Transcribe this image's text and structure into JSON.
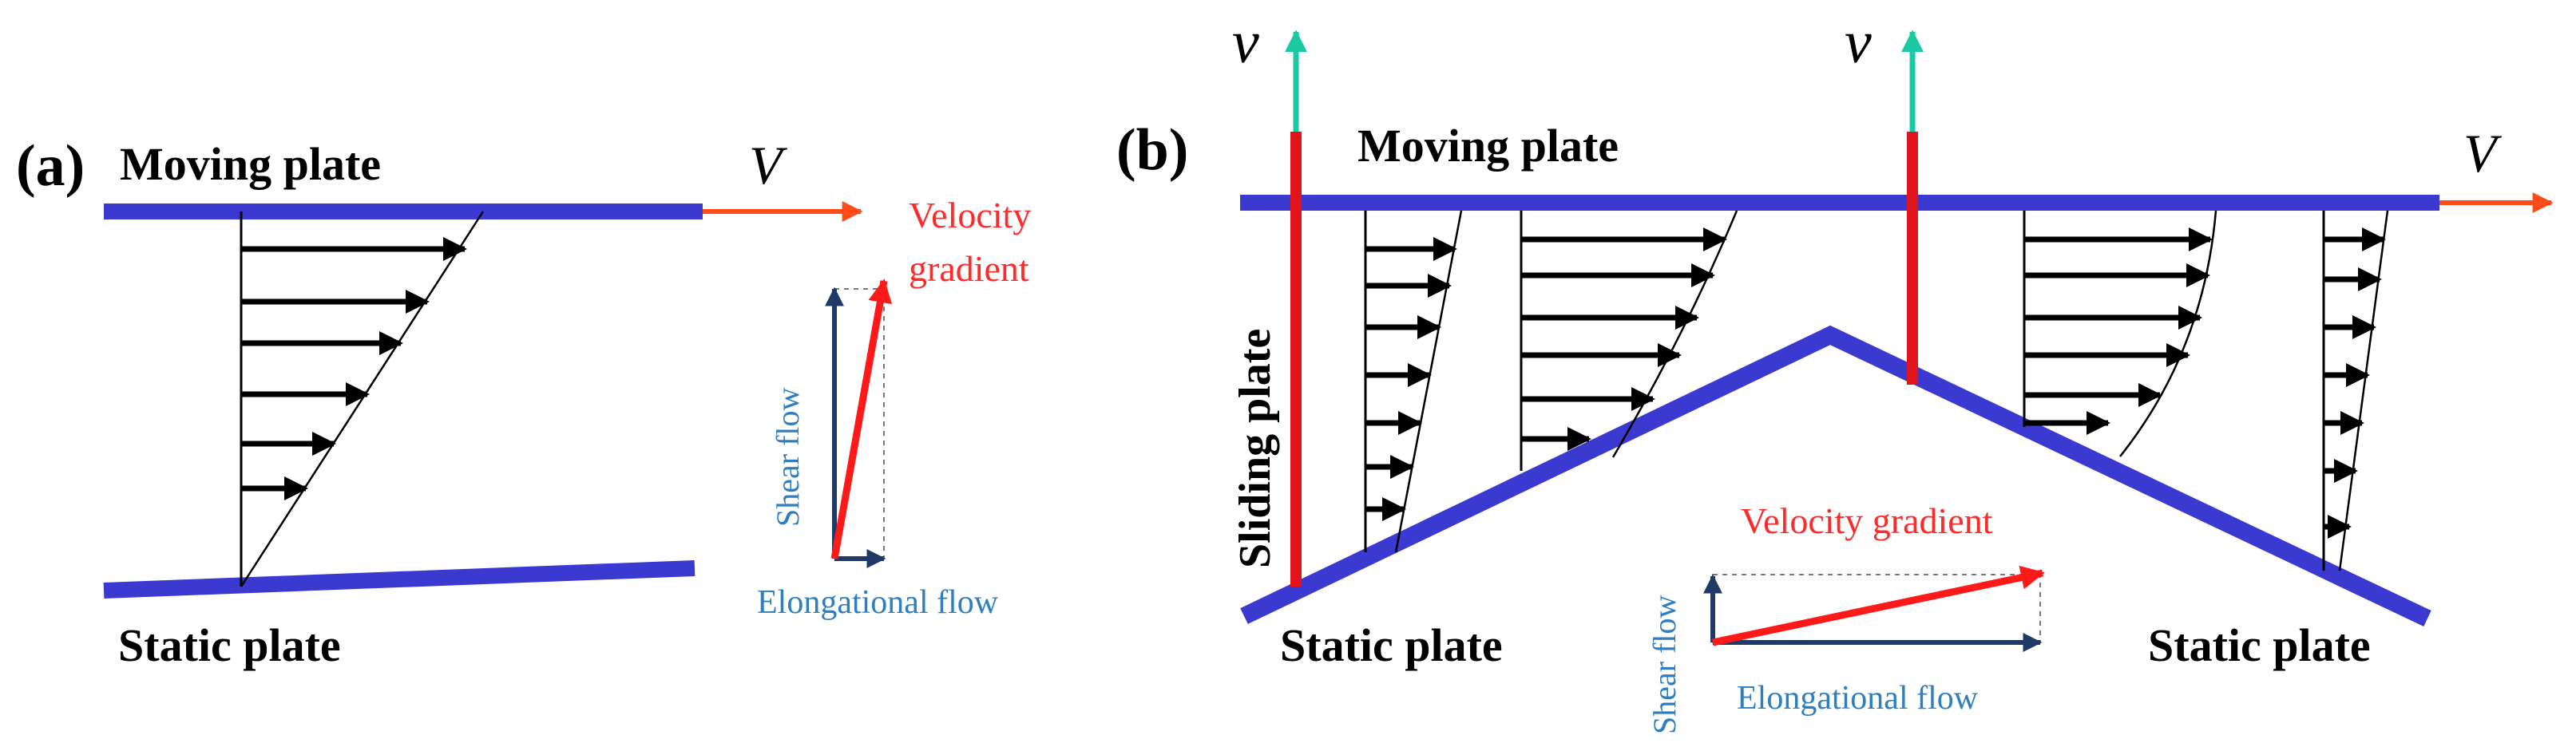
{
  "panel_a": {
    "label": "(a)",
    "moving_plate": "Moving plate",
    "static_plate": "Static plate",
    "plate_velocity": "V",
    "velocity_gradient": [
      "Velocity",
      "gradient"
    ],
    "shear_flow": "Shear flow",
    "elongational_flow": "Elongational flow"
  },
  "panel_b": {
    "label": "(b)",
    "moving_plate": "Moving plate",
    "sliding_plate": "Sliding plate",
    "static_plate_left": "Static plate",
    "static_plate_right": "Static plate",
    "plate_velocity": "V",
    "sliding_velocity_left": "v",
    "sliding_velocity_right": "v",
    "velocity_gradient": "Velocity gradient",
    "shear_flow": "Shear flow",
    "elongational_flow": "Elongational flow"
  },
  "colors": {
    "plate": "#3a3ad0",
    "velocity_arrow": "#ff4a1a",
    "gradient_arrow": "#ff1a1a",
    "gradient_label": "#ff2a2a",
    "component_arrow": "#1f3a66",
    "component_label": "#2f7fc0",
    "sliding_plate_bar": "#e0141a",
    "sliding_velocity_arrow": "#1bc9a3",
    "profile_arrow": "#000000"
  }
}
